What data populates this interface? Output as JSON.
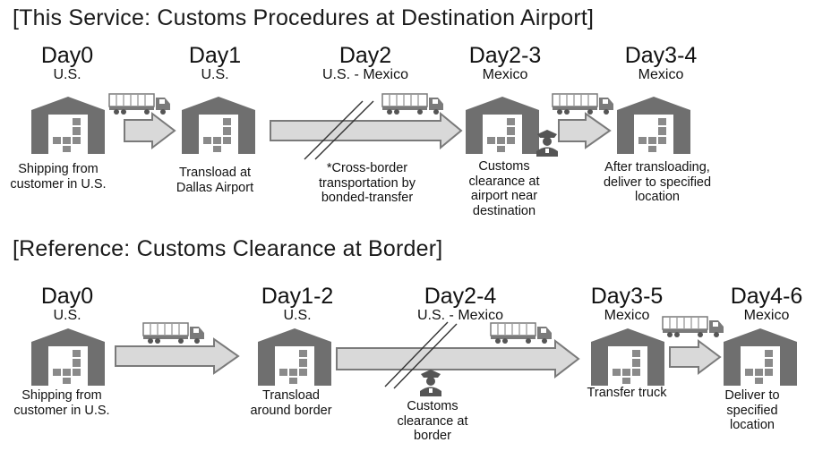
{
  "service": {
    "title": "[This Service: Customs Procedures at Destination Airport]",
    "stages": [
      {
        "day": "Day0",
        "location": "U.S.",
        "caption": "Shipping from customer in U.S."
      },
      {
        "day": "Day1",
        "location": "U.S.",
        "caption": "Transload at Dallas Airport"
      },
      {
        "day": "Day2",
        "location": "U.S. - Mexico",
        "caption": "*Cross-border transportation by bonded-transfer"
      },
      {
        "day": "Day2-3",
        "location": "Mexico",
        "caption": "Customs clearance at airport near destination"
      },
      {
        "day": "Day3-4",
        "location": "Mexico",
        "caption": "After transloading, deliver to specified location"
      }
    ]
  },
  "reference": {
    "title": "[Reference: Customs Clearance at Border]",
    "stages": [
      {
        "day": "Day0",
        "location": "U.S.",
        "caption": "Shipping from customer in U.S."
      },
      {
        "day": "Day1-2",
        "location": "U.S.",
        "caption": "Transload around border"
      },
      {
        "day": "Day2-4",
        "location": "U.S. - Mexico",
        "caption": "Customs clearance at border"
      },
      {
        "day": "Day3-5",
        "location": "Mexico",
        "caption": "Transfer truck"
      },
      {
        "day": "Day4-6",
        "location": "Mexico",
        "caption": "Deliver to specified location"
      }
    ]
  },
  "colors": {
    "warehouse": "#6f6f6f",
    "arrow_fill": "#d9d9d9",
    "arrow_stroke": "#7a7a7a",
    "truck": "#7a7a7a",
    "officer": "#555555"
  },
  "icons": [
    "warehouse-icon",
    "truck-icon",
    "arrow-icon",
    "customs-officer-icon",
    "border-line-icon"
  ]
}
